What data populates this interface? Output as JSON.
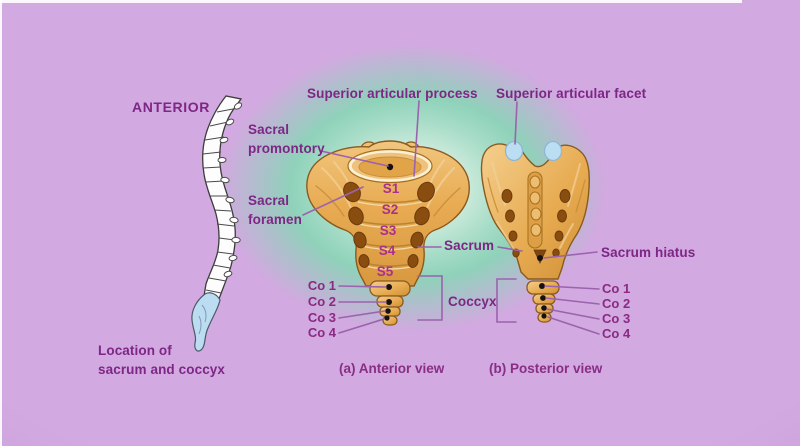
{
  "figure_title": "Location of sacrum and coccyx diagram",
  "orientation": {
    "marker": "ANTERIOR",
    "location_caption_line1": "Location of",
    "location_caption_line2": "sacrum and coccyx"
  },
  "labels": {
    "superior_articular_process": "Superior articular process",
    "superior_articular_facet": "Superior articular facet",
    "sacral_promontory_line1": "Sacral",
    "sacral_promontory_line2": "promontory",
    "sacral_foramen_line1": "Sacral",
    "sacral_foramen_line2": "foramen",
    "sacrum": "Sacrum",
    "sacrum_hiatus": "Sacrum hiatus",
    "coccyx": "Coccyx"
  },
  "anterior_view": {
    "caption": "(a) Anterior view",
    "segment_labels": [
      "S1",
      "S2",
      "S3",
      "S4",
      "S5"
    ],
    "coccyx_labels": [
      "Co 1",
      "Co 2",
      "Co 3",
      "Co 4"
    ]
  },
  "posterior_view": {
    "caption": "(b) Posterior view",
    "coccyx_labels": [
      "Co 1",
      "Co 2",
      "Co 3",
      "Co 4"
    ]
  },
  "colors": {
    "background_purple": "#cda2dc",
    "glow_teal": "#8fd2ba",
    "glow_center": "#f3f9f2",
    "bone_light": "#f6d9a4",
    "bone_mid": "#e8ab52",
    "bone_dark": "#c07f2c",
    "bone_outline": "#8a5a1e",
    "foramen_brown": "#7c4712",
    "facet_blue": "#bcdef2",
    "spine_sacrum_blue": "#bcdcf2",
    "label_purple": "#7e2685",
    "segment_label_magenta": "#ab2f8d",
    "leader_purple": "#9b63ad",
    "marker_dot": "#171010"
  }
}
